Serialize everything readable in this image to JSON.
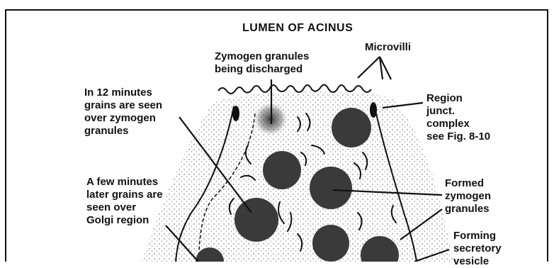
{
  "diagram": {
    "title": "LUMEN OF ACINUS",
    "labels": {
      "zymogen_discharged": "Zymogen granules\nbeing discharged",
      "microvilli": "Microvilli",
      "twelve_minutes": "In 12 minutes\ngrains are seen\nover zymogen\ngranules",
      "region_junct": "Region\njunct.\ncomplex\nsee Fig. 8-10",
      "few_minutes": "A few minutes\nlater grains are\nseen over\nGolgi region",
      "formed_zymogen": "Formed\nzymogen\ngranules",
      "forming_secretory": "Forming\nsecretory\nvesicle"
    }
  },
  "colors": {
    "ink": "#111111",
    "granule": "#3a3a3a",
    "stipple": "#555555",
    "background": "#ffffff"
  }
}
